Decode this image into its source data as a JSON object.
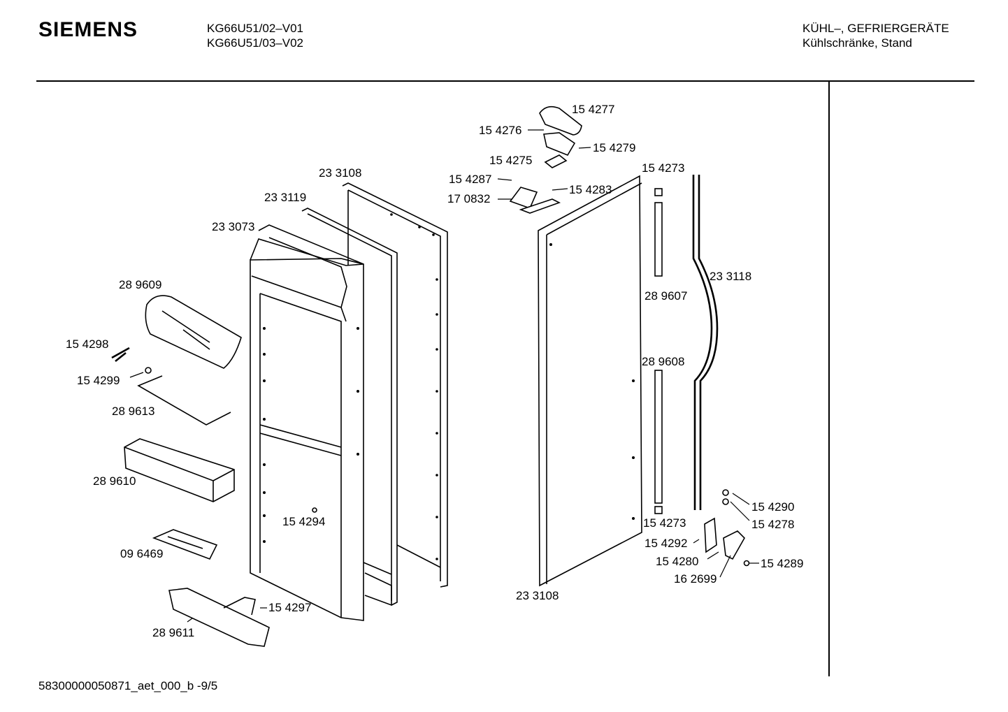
{
  "header": {
    "brand": "SIEMENS",
    "model_1": "KG66U51/02–V01",
    "model_2": "KG66U51/03–V02",
    "category_1": "KÜHL–, GEFRIERGERÄTE",
    "category_2": "Kühlschränke, Stand"
  },
  "footer": {
    "doc_id": "58300000050871_aet_000_b -9/5"
  },
  "parts": [
    "15 4277",
    "15 4276",
    "15 4279",
    "15 4275",
    "15 4287",
    "17 0832",
    "15 4283",
    "23 3108",
    "23 3119",
    "23 3073",
    "28 9609",
    "15 4298",
    "15 4299",
    "28 9613",
    "28 9610",
    "15 4294",
    "09 6469",
    "15 4297",
    "28 9611",
    "15 4273",
    "23 3118",
    "28 9607",
    "28 9608",
    "15 4273",
    "15 4290",
    "15 4278",
    "15 4292",
    "15 4280",
    "16 2699",
    "15 4289",
    "23 3108"
  ]
}
